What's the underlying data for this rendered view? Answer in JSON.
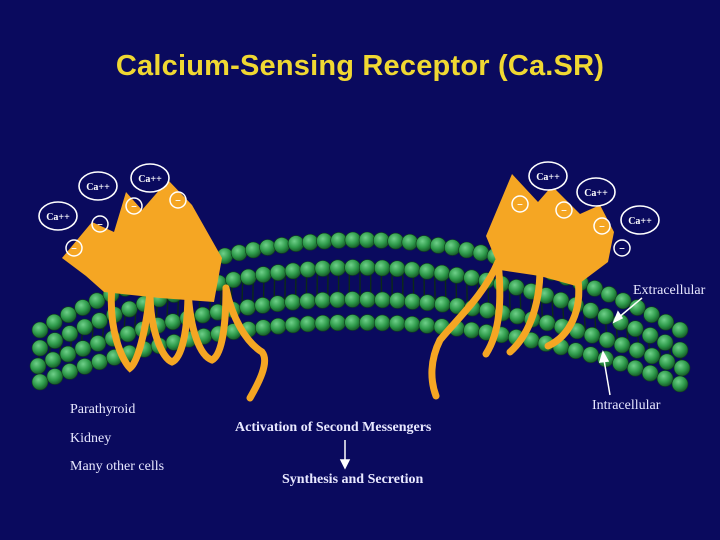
{
  "slide": {
    "title": "Calcium-Sensing Receptor (Ca.SR)",
    "colors": {
      "background": "#0a0a5e",
      "title": "#f0d832",
      "receptor": "#f5a623",
      "membrane_bead": "#2e9a4a",
      "text": "#e8e8ff"
    }
  },
  "ions": {
    "label": "Ca++",
    "minus_sign": "–",
    "left_count": 3,
    "right_count": 3
  },
  "labels": {
    "extracellular": "Extracellular",
    "intracellular": "Intracellular",
    "activation": "Activation of Second Messengers",
    "synthesis": "Synthesis and Secretion"
  },
  "tissues": [
    "Parathyroid",
    "Kidney",
    "Many other cells"
  ]
}
